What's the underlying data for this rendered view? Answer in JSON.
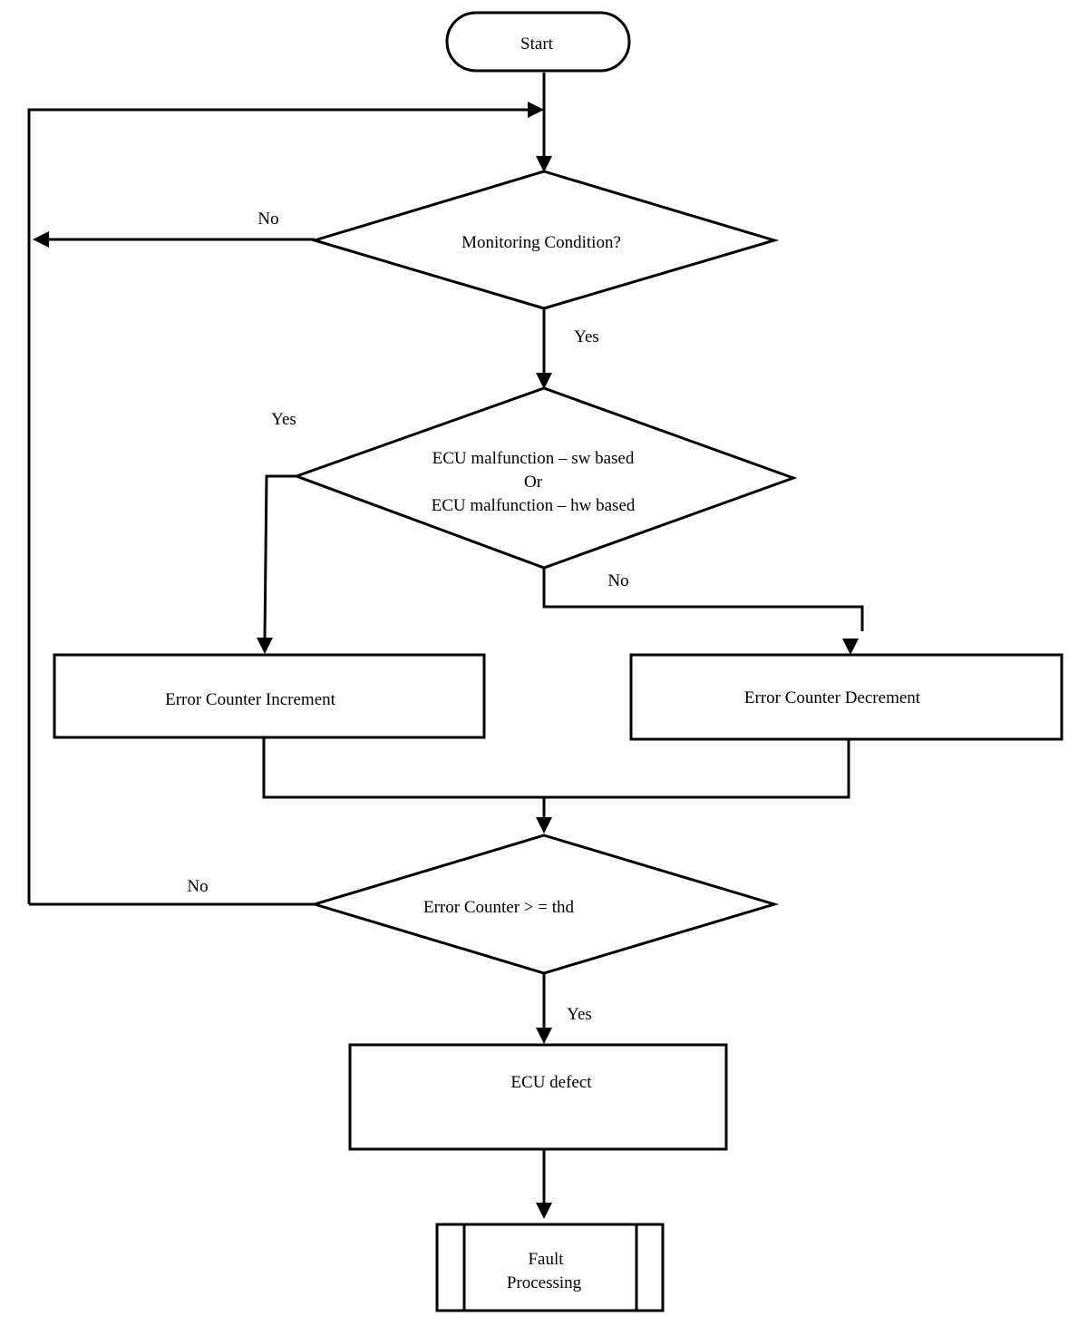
{
  "nodes": {
    "start": "Start",
    "monitoring": "Monitoring Condition?",
    "malfunction": {
      "line1": "ECU malfunction – sw based",
      "line2": "Or",
      "line3": "ECU malfunction – hw based"
    },
    "increment": "Error Counter Increment",
    "decrement": "Error Counter Decrement",
    "threshold": "Error Counter > = thd",
    "defect": "ECU defect",
    "fault": {
      "line1": "Fault",
      "line2": "Processing"
    }
  },
  "edges": {
    "monitoring_no": "No",
    "monitoring_yes": "Yes",
    "malfunction_yes": "Yes",
    "malfunction_no": "No",
    "threshold_no": "No",
    "threshold_yes": "Yes"
  }
}
